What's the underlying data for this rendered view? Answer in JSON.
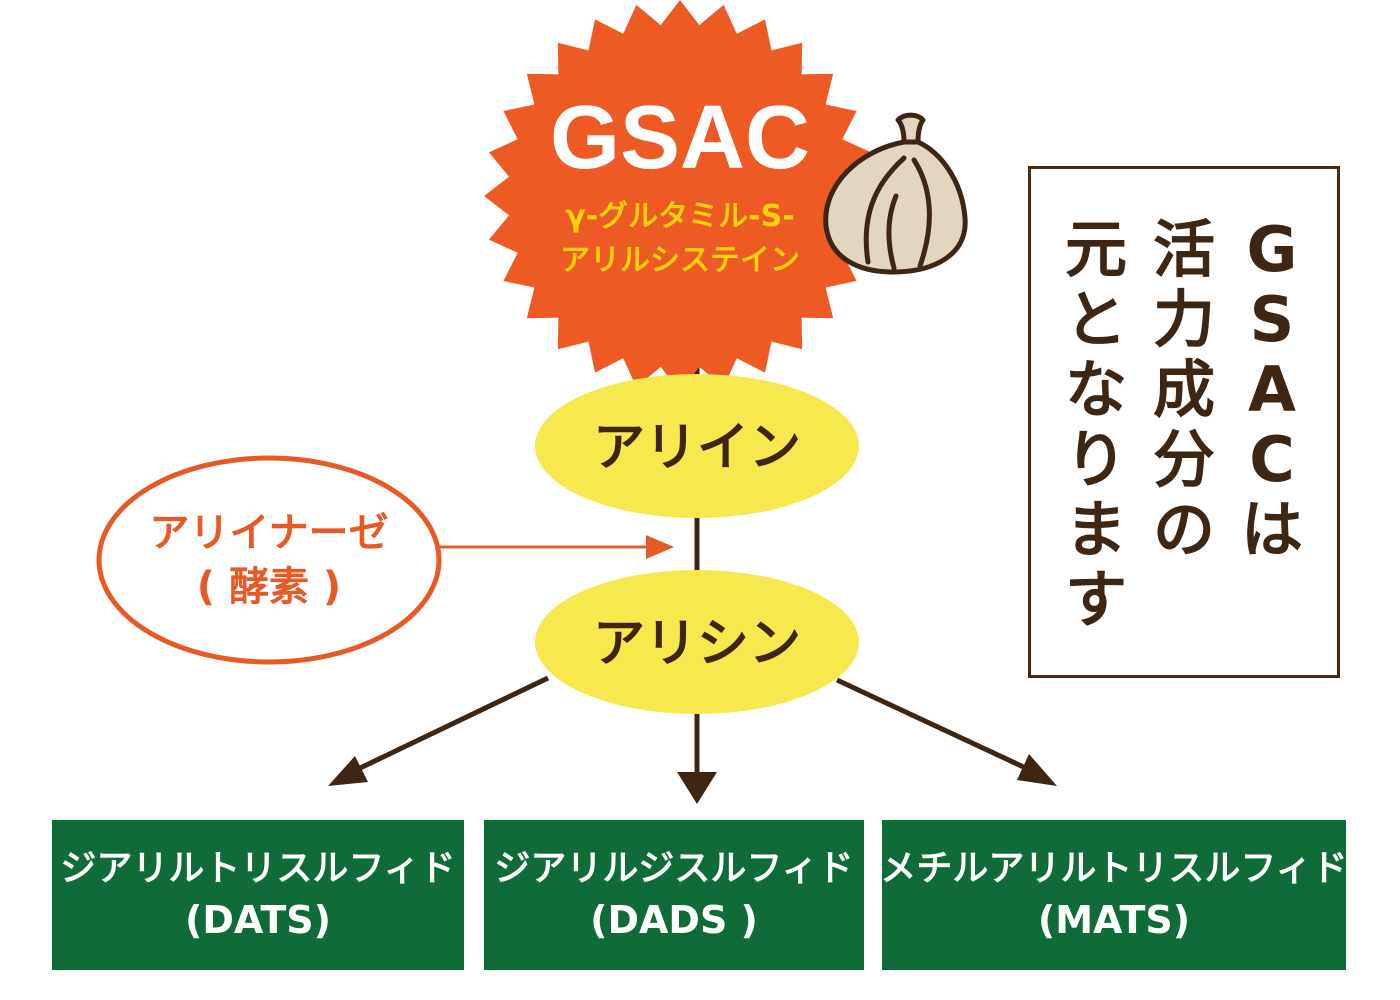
{
  "source": {
    "title": "GSAC",
    "subtitle_line1": "γ-グルタミル-S-",
    "subtitle_line2": "アリルシステイン"
  },
  "nodes": {
    "alliin": "アリイン",
    "allicin": "アリシン"
  },
  "enzyme": {
    "line1": "アリイナーゼ",
    "line2": "( 酵素 )"
  },
  "products": [
    {
      "name": "ジアリルトリスルフィド",
      "abbr": "(DATS)"
    },
    {
      "name": "ジアリルジスルフィド",
      "abbr": "(DADS )"
    },
    {
      "name": "メチルアリルトリスルフィド",
      "abbr": "(MATS)"
    }
  ],
  "note": {
    "col1": "GSACは",
    "col2": "活力成分の",
    "col3": "元となります"
  },
  "icons": {
    "garlic": "garlic-icon"
  },
  "colors": {
    "burst": "#ee5a24",
    "subtitle": "#f7d20a",
    "ellipse": "#f6e84d",
    "enzyme": "#e65a26",
    "arrow": "#3d2614",
    "box": "#0f6b38",
    "note_text": "#3d2614"
  }
}
